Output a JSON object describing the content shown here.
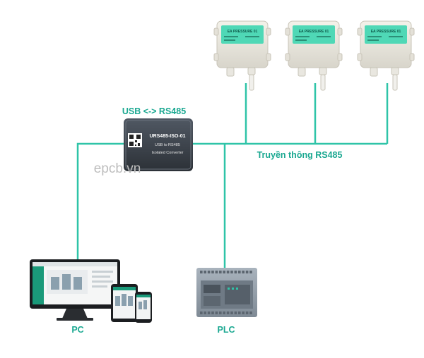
{
  "labels": {
    "usb_rs485": "USB <-> RS485",
    "bus": "Truyền thông RS485",
    "pc": "PC",
    "plc": "PLC",
    "watermark": "epcb.vn"
  },
  "converter": {
    "model": "URS485-ISO-01",
    "line1": "USB to RS485",
    "line2": "Isolated Converter"
  },
  "sensors": [
    {
      "tag": "EA PRESSURE 01"
    },
    {
      "tag": "EA PRESSURE 01"
    },
    {
      "tag": "EA PRESSURE 01"
    }
  ],
  "colors": {
    "line": "#2fc4a8",
    "label": "#1aa891",
    "sensor_face": "#4fd8b6",
    "converter": "#3a4048",
    "plc": "#8f9aa6"
  },
  "icons": [
    "monitor-icon",
    "tablet-icon",
    "phone-icon",
    "plc-icon",
    "converter-icon",
    "sensor-icon"
  ]
}
